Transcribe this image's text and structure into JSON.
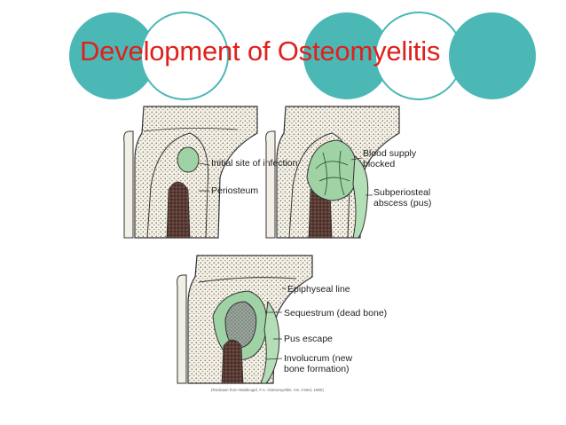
{
  "slide": {
    "title": "Development of Osteomyelitis",
    "accent_color": "#4bb8b5",
    "title_color": "#e0201c"
  },
  "panel_1": {
    "labels": [
      "Initial site of infection",
      "Periosteum"
    ]
  },
  "panel_2": {
    "labels": [
      "Blood supply blocked",
      "Subperiosteal abscess (pus)"
    ]
  },
  "panel_3": {
    "labels": [
      "Epiphyseal line",
      "Sequestrum (dead bone)",
      "Pus escape",
      "Involucrum (new bone formation)"
    ]
  },
  "credit": "(Redrawn from Waldvogel, F.A. Osteomyelitis. Am J Med, 1980)"
}
